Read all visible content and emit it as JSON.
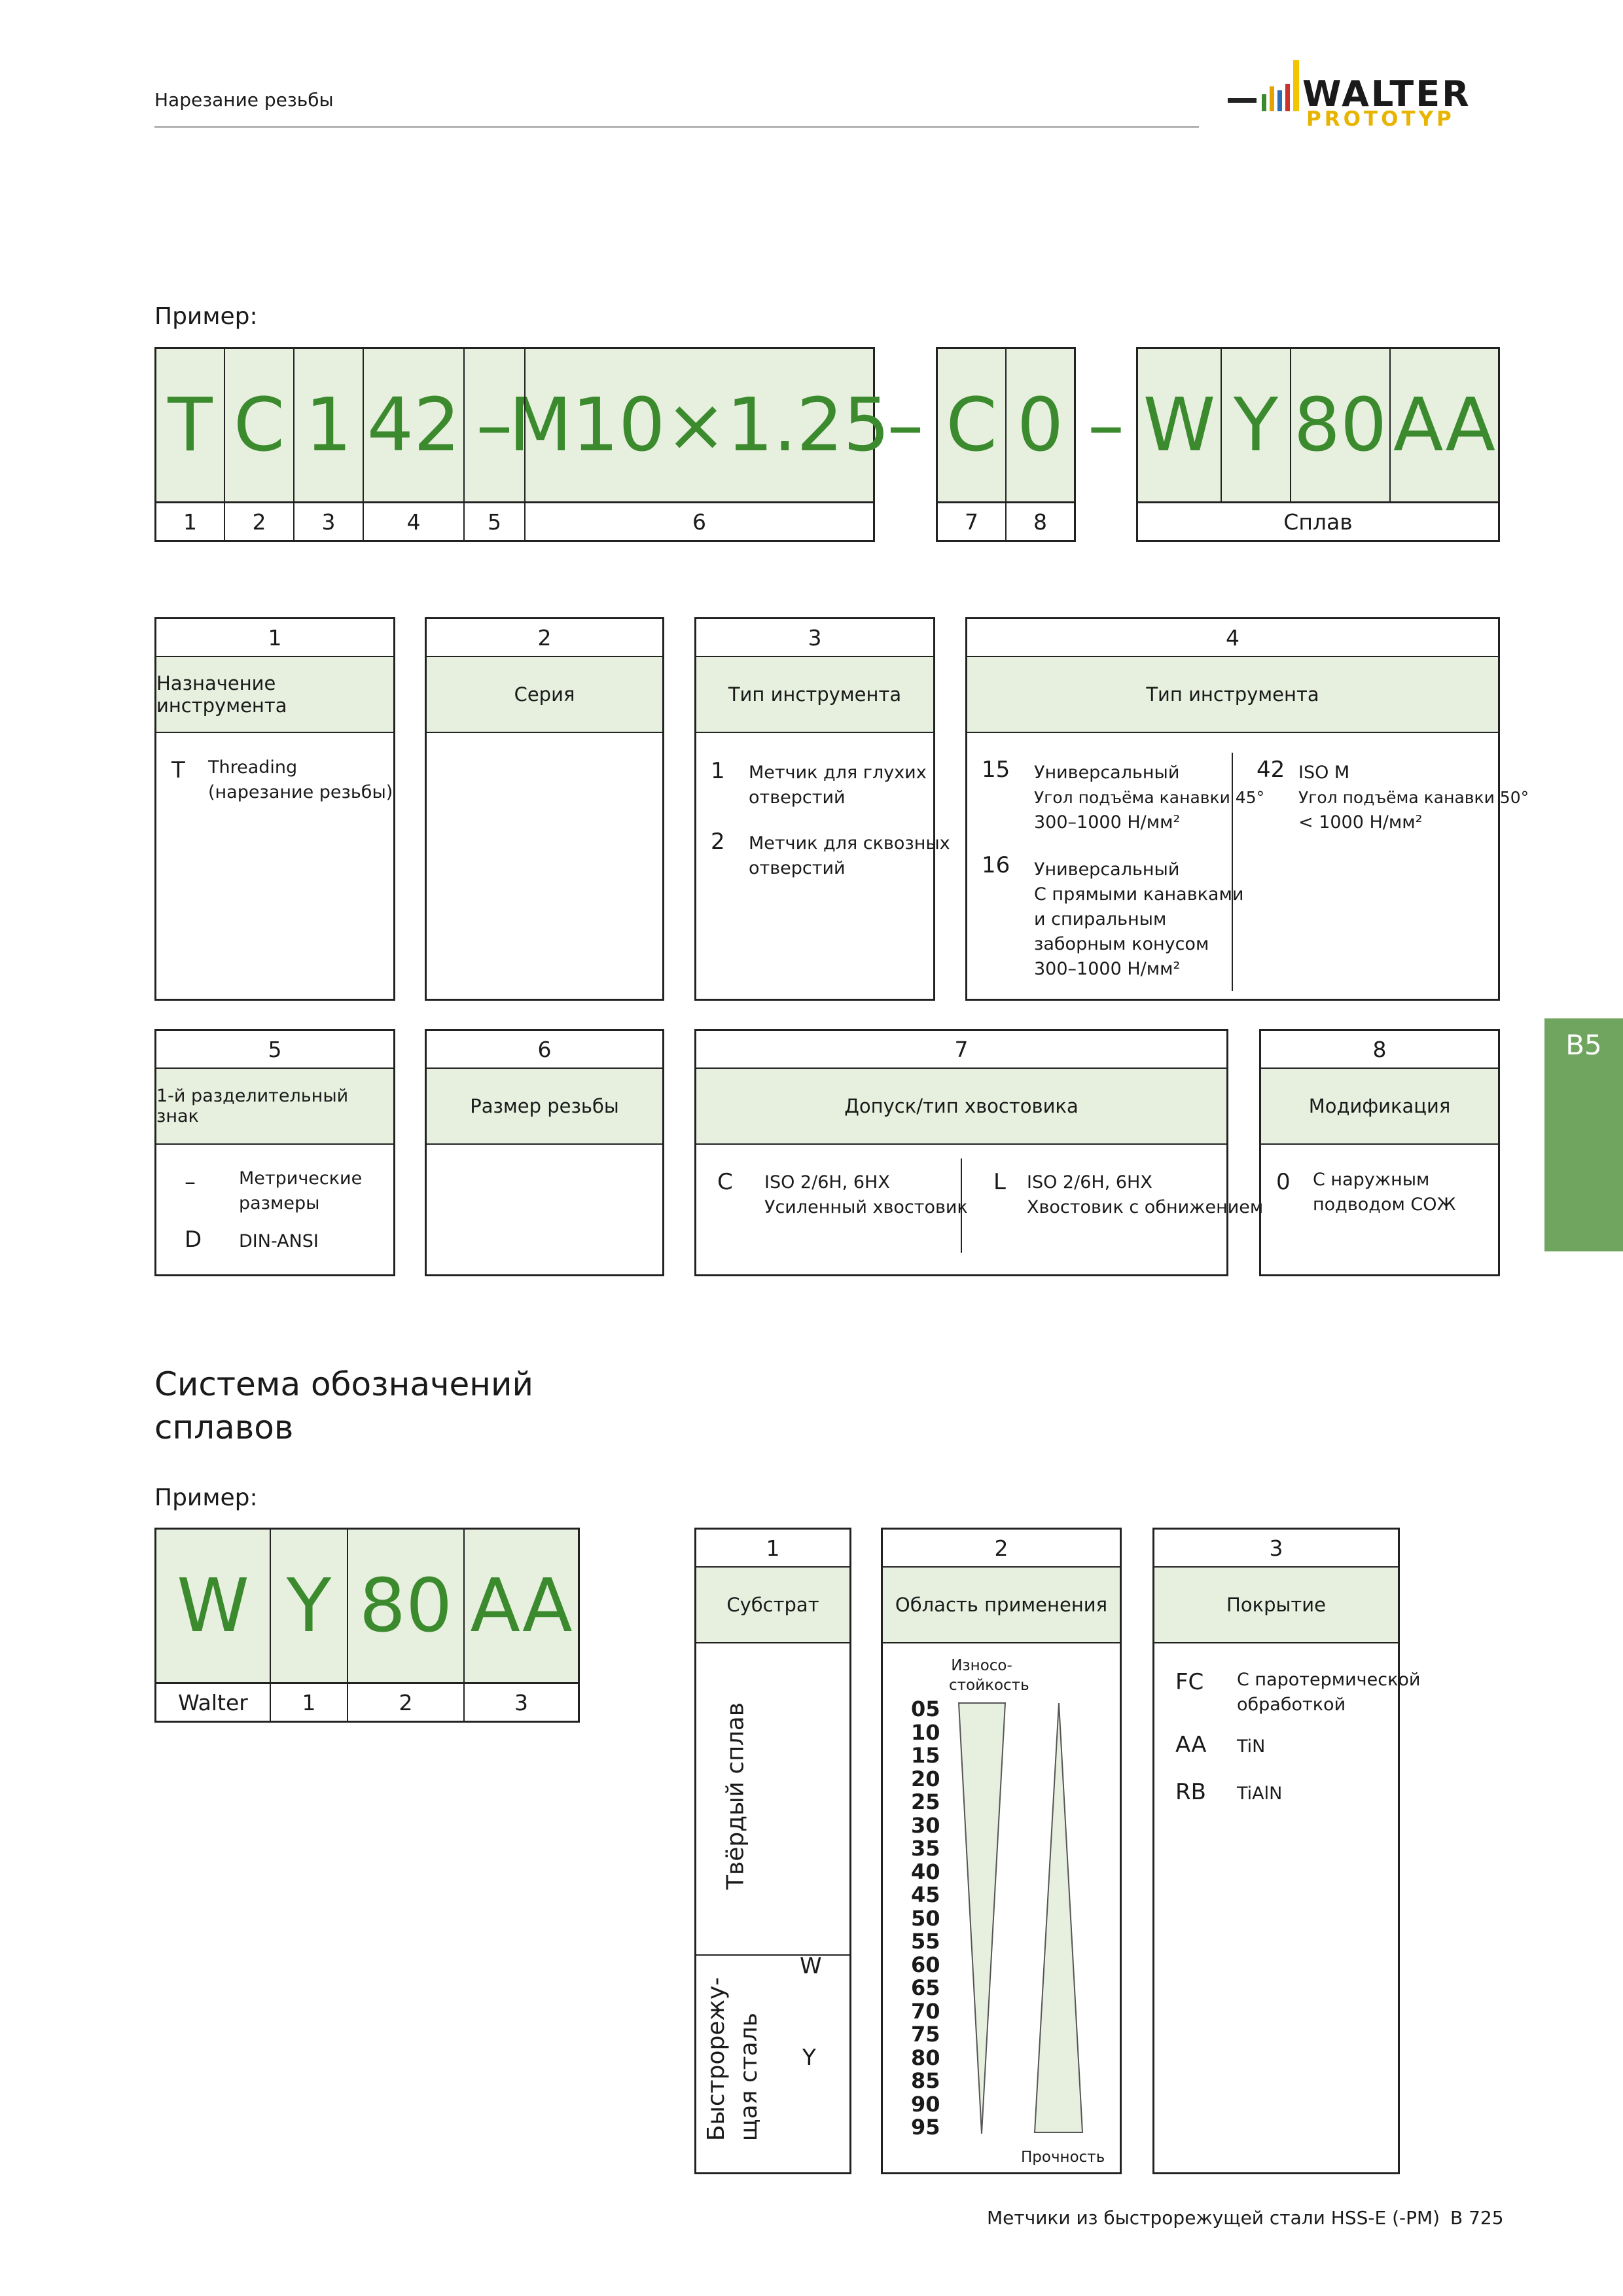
{
  "header": {
    "section_title": "Нарезание резьбы",
    "logo_brand": "WALTER",
    "logo_sub": "PROTOTYP"
  },
  "example1": {
    "label": "Пример:",
    "codes": [
      "T",
      "C",
      "1",
      "42",
      "–",
      "M10×1.25",
      "–",
      "C",
      "0",
      "–",
      "W",
      "Y",
      "80",
      "AA"
    ],
    "numbers": [
      "1",
      "2",
      "3",
      "4",
      "5",
      "6",
      "7",
      "8"
    ],
    "alloy_label": "Сплав"
  },
  "boxes": {
    "b1": {
      "num": "1",
      "title": "Назначение инструмента",
      "key": "T",
      "line1": "Threading",
      "line2": "(нарезание резьбы)"
    },
    "b2": {
      "num": "2",
      "title": "Серия"
    },
    "b3": {
      "num": "3",
      "title": "Тип инструмента",
      "items": [
        {
          "key": "1",
          "l1": "Метчик для глухих",
          "l2": "отверстий"
        },
        {
          "key": "2",
          "l1": "Метчик для сквозных",
          "l2": "отверстий"
        }
      ]
    },
    "b4": {
      "num": "4",
      "title": "Тип инструмента",
      "i15": {
        "key": "15",
        "l1": "Универсальный",
        "l2": "Угол подъёма канавки 45°",
        "l3": "300–1000 Н/мм²"
      },
      "i16": {
        "key": "16",
        "l1": "Универсальный",
        "l2": "С прямыми канавками",
        "l3": "и спиральным",
        "l4": "заборным конусом",
        "l5": "300–1000 Н/мм²"
      },
      "i42": {
        "key": "42",
        "l1": "ISO M",
        "l2": "Угол подъёма канавки 50°",
        "l3": "< 1000 Н/мм²"
      }
    },
    "b5": {
      "num": "5",
      "title": "1-й разделительный знак",
      "items": [
        {
          "key": "–",
          "l1": "Метрические",
          "l2": "размеры"
        },
        {
          "key": "D",
          "l1": "DIN-ANSI"
        }
      ]
    },
    "b6": {
      "num": "6",
      "title": "Размер резьбы"
    },
    "b7": {
      "num": "7",
      "title": "Допуск/тип хвостовика",
      "c": {
        "key": "C",
        "l1": "ISO 2/6H, 6HX",
        "l2": "Усиленный хвостовик"
      },
      "l": {
        "key": "L",
        "l1": "ISO 2/6H, 6HX",
        "l2": "Хвостовик с обнижением"
      }
    },
    "b8": {
      "num": "8",
      "title": "Модификация",
      "key": "0",
      "l1": "С наружным",
      "l2": "подводом СОЖ"
    }
  },
  "tab": {
    "label": "B5",
    "color": "#6fa55e"
  },
  "alloy_section": {
    "title_l1": "Система обозначений",
    "title_l2": "сплавов",
    "example_label": "Пример:",
    "codes": [
      "W",
      "Y",
      "80",
      "AA"
    ],
    "numbers": [
      "Walter",
      "1",
      "2",
      "3"
    ],
    "substrate": {
      "num": "1",
      "title": "Субстрат",
      "carbide": "Твёрдый сплав",
      "hss_l1": "Быстрорежу-",
      "hss_l2": "щая сталь",
      "w": "W",
      "y": "Y"
    },
    "application": {
      "num": "2",
      "title": "Область применения",
      "wear_l1": "Износо-",
      "wear_l2": "стойкость",
      "strength": "Прочность",
      "scale": [
        "05",
        "10",
        "15",
        "20",
        "25",
        "30",
        "35",
        "40",
        "45",
        "50",
        "55",
        "60",
        "65",
        "70",
        "75",
        "80",
        "85",
        "90",
        "95"
      ]
    },
    "coating": {
      "num": "3",
      "title": "Покрытие",
      "items": [
        {
          "key": "FC",
          "l1": "С паротермической",
          "l2": "обработкой"
        },
        {
          "key": "AA",
          "l1": "TiN"
        },
        {
          "key": "RB",
          "l1": "TiAlN"
        }
      ]
    }
  },
  "footer": {
    "text": "Метчики из быстрорежущей стали HSS-E (-PM)",
    "page": "B 725"
  },
  "colors": {
    "green_text": "#3c8a2e",
    "green_fill": "#e7f0df",
    "tab": "#6fa55e"
  }
}
